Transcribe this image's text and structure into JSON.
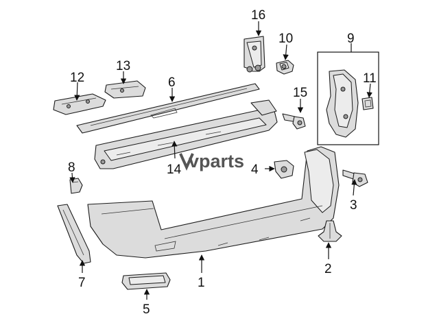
{
  "diagram": {
    "watermark": "vparts",
    "callouts": [
      "1",
      "2",
      "3",
      "4",
      "5",
      "6",
      "7",
      "8",
      "9",
      "10",
      "11",
      "12",
      "13",
      "14",
      "15",
      "16"
    ]
  }
}
